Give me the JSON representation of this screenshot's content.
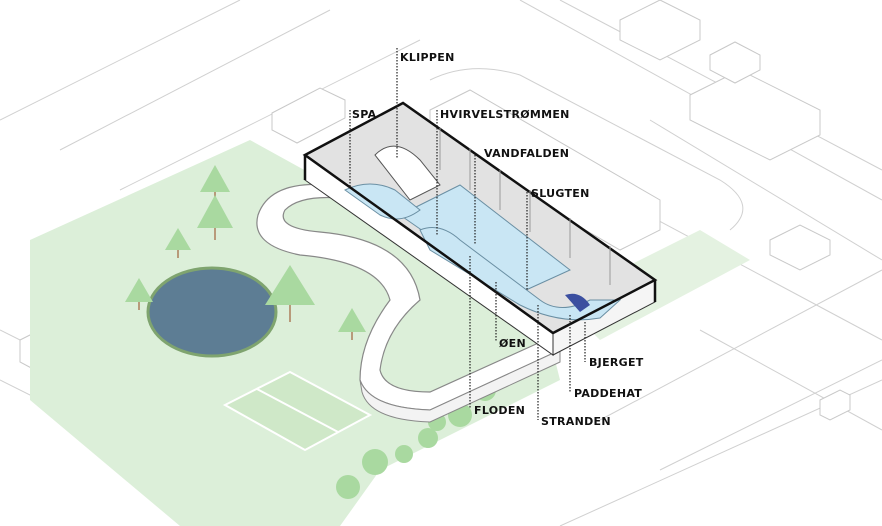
{
  "title": "Site axonometric of indoor water park",
  "labels": {
    "klippen": "KLIPPEN",
    "spa": "SPA",
    "hvirvelstrommen": "HVIRVELSTRØMMEN",
    "vandfalden": "VANDFALDEN",
    "slugten": "SLUGTEN",
    "oen": "ØEN",
    "bjerget": "BJERGET",
    "paddehat": "PADDEHAT",
    "floden": "FLODEN",
    "stranden": "STRANDEN"
  },
  "colors": {
    "park": "#dcefd9",
    "tree": "#a9d9a0",
    "water": "#c9e6f4",
    "pond": "#5d7d94",
    "floor": "#e2e2e2",
    "outline": "#111111"
  }
}
